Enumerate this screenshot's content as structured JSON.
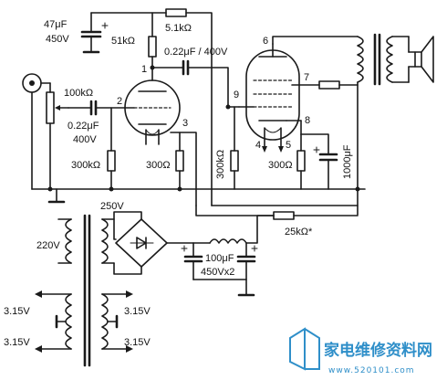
{
  "labels": {
    "c_47": "47μF",
    "c_47_v": "450V",
    "r_5k1": "5.1kΩ",
    "r_51k": "51kΩ",
    "c_022_top": "0.22μF / 400V",
    "pot": "100kΩ",
    "c_022_in": "0.22μF",
    "c_022_in_v": "400V",
    "r_300k_1": "300kΩ",
    "r_300_1": "300Ω",
    "r_300k_2": "300kΩ",
    "r_300_2": "300Ω",
    "c_1000": "1000μF",
    "r_25k": "25kΩ*",
    "v_250": "250V",
    "v_220": "220V",
    "c_100": "100μF",
    "c_100_v": "450Vx2",
    "v_315_ul": "3.15V",
    "v_315_ll": "3.15V",
    "v_315_ur": "3.15V",
    "v_315_lr": "3.15V"
  },
  "pins": {
    "p1": "1",
    "p2": "2",
    "p3": "3",
    "p4": "4",
    "p5": "5",
    "p6": "6",
    "p7": "7",
    "p8": "8",
    "p9": "9"
  },
  "watermark": {
    "title": "家电维修资料网",
    "url": "www.520101.com"
  }
}
